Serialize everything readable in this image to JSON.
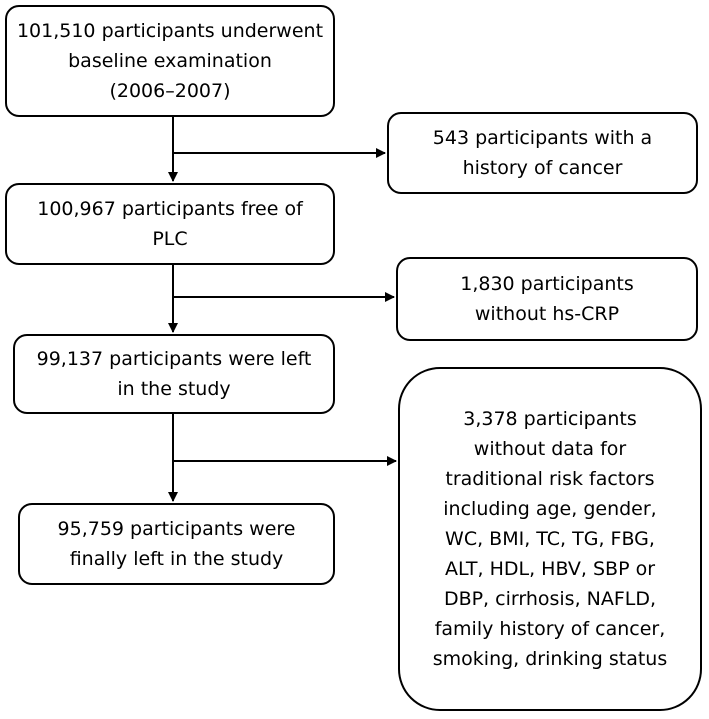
{
  "flowchart": {
    "boxes": [
      {
        "id": "b1",
        "text": "101,510 participants underwent\nbaseline examination\n(2006–2007)"
      },
      {
        "id": "b2",
        "text": "543 participants with a\nhistory of cancer"
      },
      {
        "id": "b3",
        "text": "100,967 participants free of\nPLC"
      },
      {
        "id": "b4",
        "text": "1,830 participants\nwithout hs-CRP"
      },
      {
        "id": "b5",
        "text": "99,137 participants were left\nin the study"
      },
      {
        "id": "b6",
        "text": "3,378 participants\nwithout data for\ntraditional risk factors\nincluding age, gender,\nWC, BMI, TC, TG, FBG,\nALT, HDL, HBV, SBP or\nDBP, cirrhosis, NAFLD,\nfamily history of cancer,\nsmoking, drinking status"
      },
      {
        "id": "b7",
        "text": "95,759 participants were\nfinally left in the study"
      }
    ]
  }
}
